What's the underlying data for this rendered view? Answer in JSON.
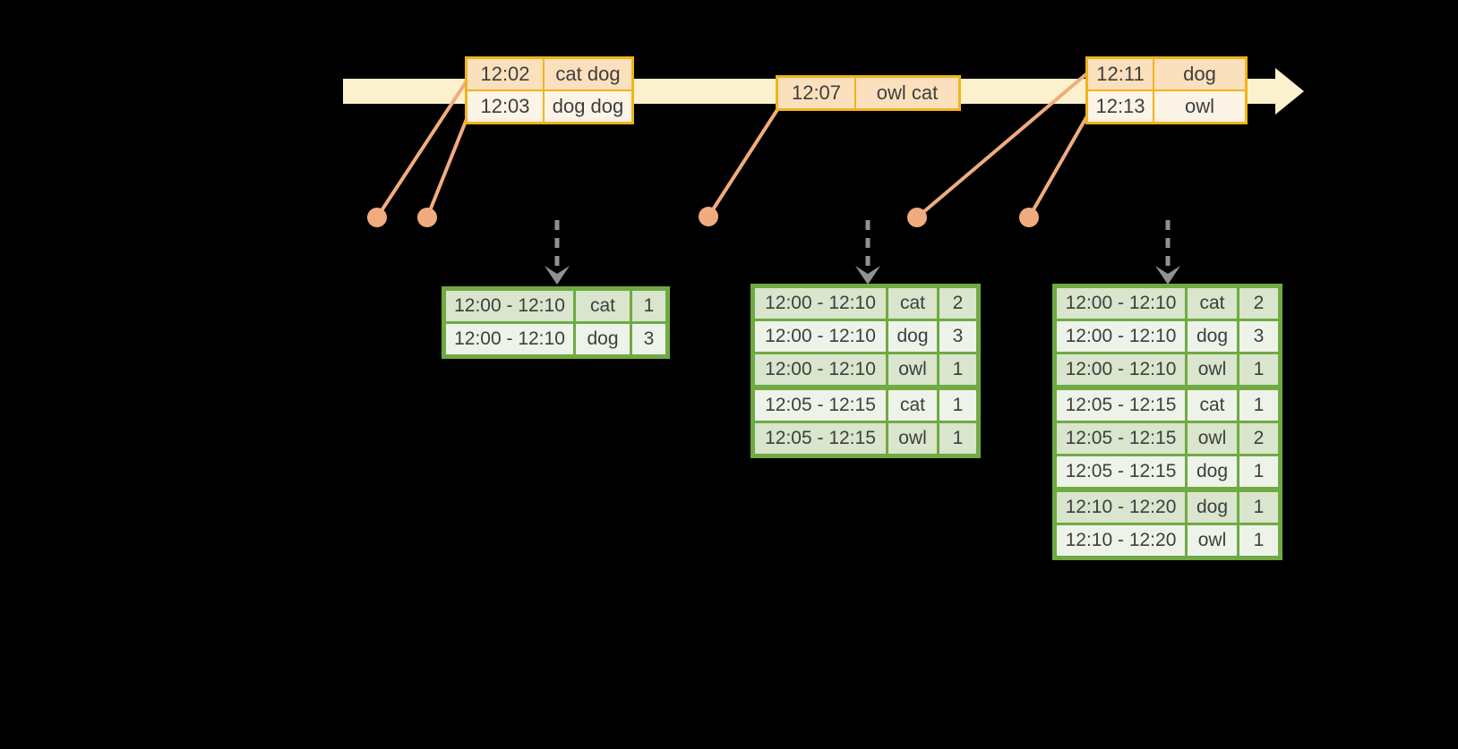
{
  "colors": {
    "background": "#000000",
    "timeline_fill": "#fcf1cd",
    "event_table_border": "#f0b41c",
    "event_row_dark": "#fbe0bd",
    "event_row_light": "#fdf3e6",
    "connector_salmon": "#f0ac7e",
    "trigger_arrow_gray": "#919191",
    "result_table_border": "#6faa43",
    "result_row_dark": "#d9e5cc",
    "result_row_light": "#eef3e9",
    "text": "#3e3e3e"
  },
  "event_tables": [
    {
      "rows": [
        {
          "time": "12:02",
          "words": "cat dog"
        },
        {
          "time": "12:03",
          "words": "dog dog"
        }
      ]
    },
    {
      "rows": [
        {
          "time": "12:07",
          "words": "owl cat"
        }
      ]
    },
    {
      "rows": [
        {
          "time": "12:11",
          "words": "dog"
        },
        {
          "time": "12:13",
          "words": "owl"
        }
      ]
    }
  ],
  "result_tables": [
    {
      "rows": [
        {
          "window": "12:00 - 12:10",
          "word": "cat",
          "count": "1"
        },
        {
          "window": "12:00 - 12:10",
          "word": "dog",
          "count": "3"
        }
      ]
    },
    {
      "rows": [
        {
          "window": "12:00 - 12:10",
          "word": "cat",
          "count": "2"
        },
        {
          "window": "12:00 - 12:10",
          "word": "dog",
          "count": "3"
        },
        {
          "window": "12:00 - 12:10",
          "word": "owl",
          "count": "1"
        },
        {
          "window": "12:05 - 12:15",
          "word": "cat",
          "count": "1"
        },
        {
          "window": "12:05 - 12:15",
          "word": "owl",
          "count": "1"
        }
      ]
    },
    {
      "rows": [
        {
          "window": "12:00 - 12:10",
          "word": "cat",
          "count": "2"
        },
        {
          "window": "12:00 - 12:10",
          "word": "dog",
          "count": "3"
        },
        {
          "window": "12:00 - 12:10",
          "word": "owl",
          "count": "1"
        },
        {
          "window": "12:05 - 12:15",
          "word": "cat",
          "count": "1"
        },
        {
          "window": "12:05 - 12:15",
          "word": "owl",
          "count": "2"
        },
        {
          "window": "12:05 - 12:15",
          "word": "dog",
          "count": "1"
        },
        {
          "window": "12:10 - 12:20",
          "word": "dog",
          "count": "1"
        },
        {
          "window": "12:10 - 12:20",
          "word": "owl",
          "count": "1"
        }
      ]
    }
  ]
}
